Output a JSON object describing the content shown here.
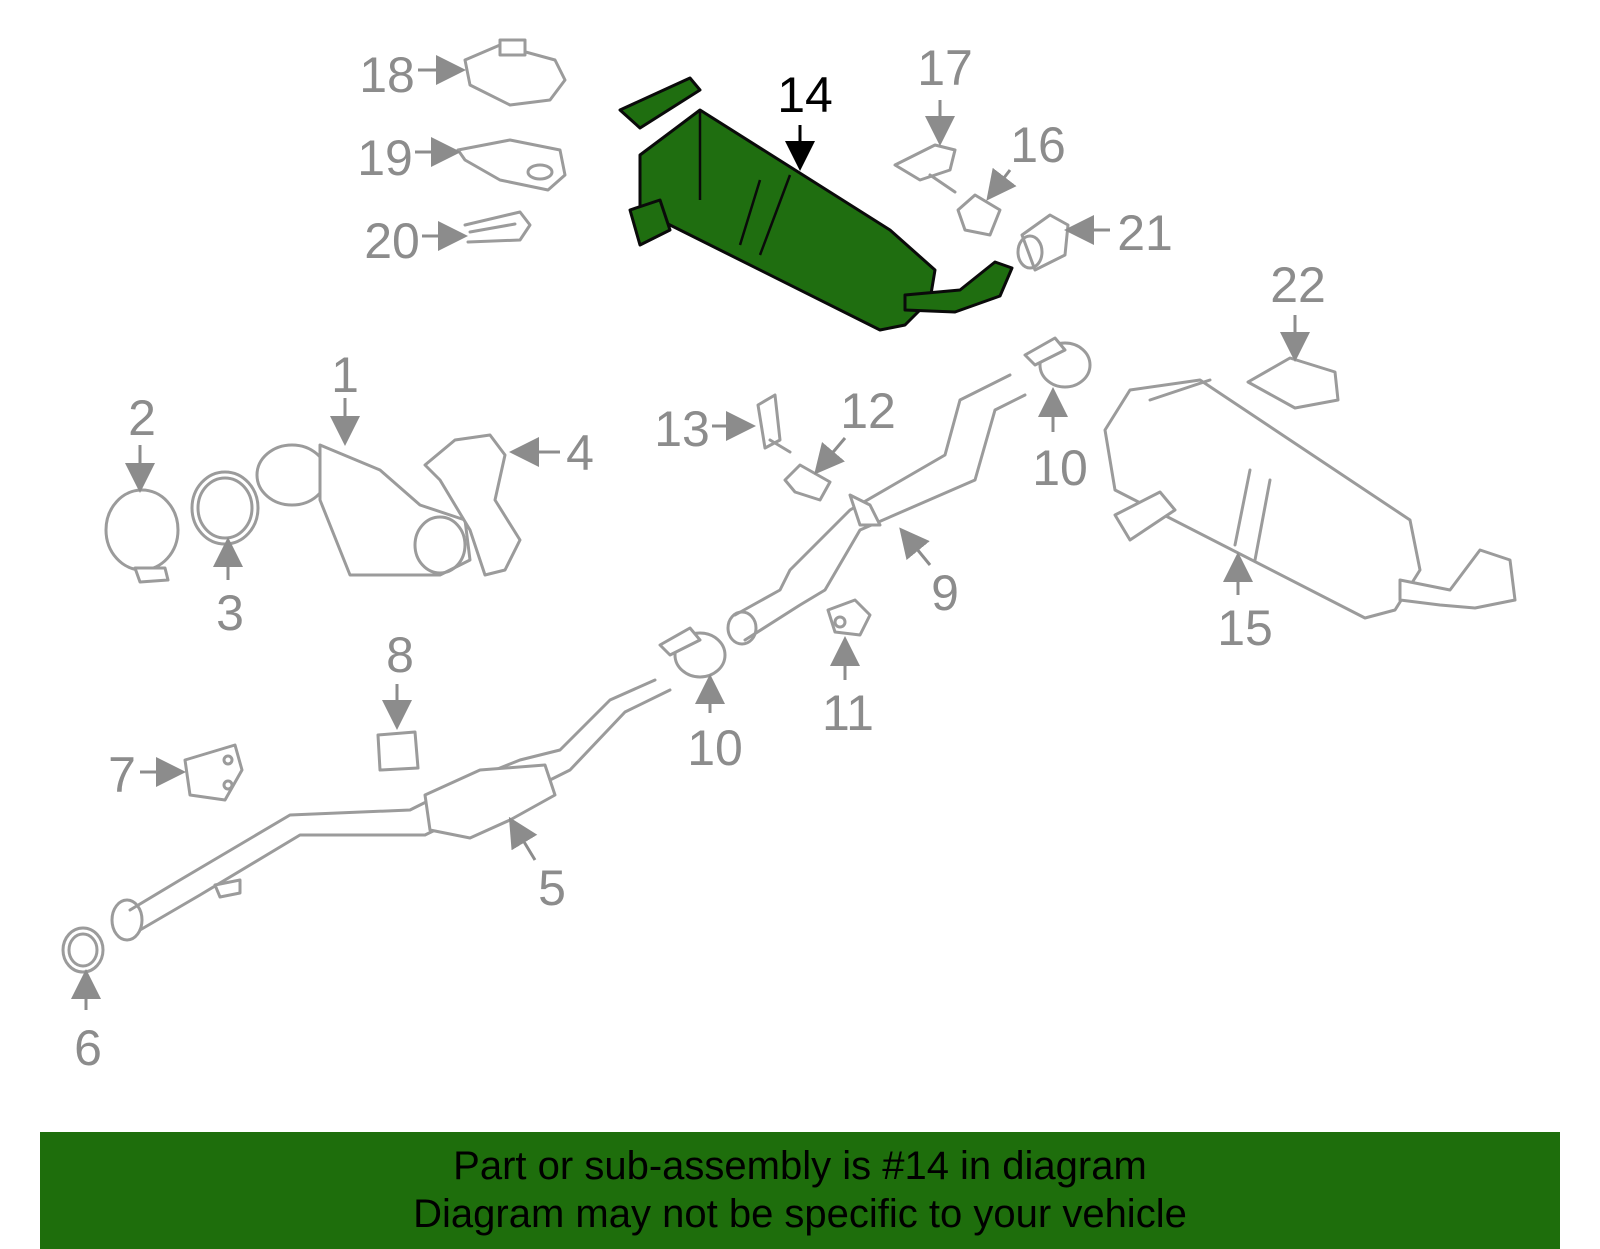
{
  "diagram": {
    "highlight_color": "#1e6e0c",
    "callouts": {
      "c1": "1",
      "c2": "2",
      "c3": "3",
      "c4": "4",
      "c5": "5",
      "c6": "6",
      "c7": "7",
      "c8": "8",
      "c9": "9",
      "c10a": "10",
      "c10b": "10",
      "c11": "11",
      "c12": "12",
      "c13": "13",
      "c14": "14",
      "c15": "15",
      "c16": "16",
      "c17": "17",
      "c18": "18",
      "c19": "19",
      "c20": "20",
      "c21": "21",
      "c22": "22"
    },
    "highlighted_part": "14"
  },
  "banner": {
    "line1": "Part or sub-assembly is #14 in diagram",
    "line2": "Diagram may not be specific to your vehicle"
  }
}
